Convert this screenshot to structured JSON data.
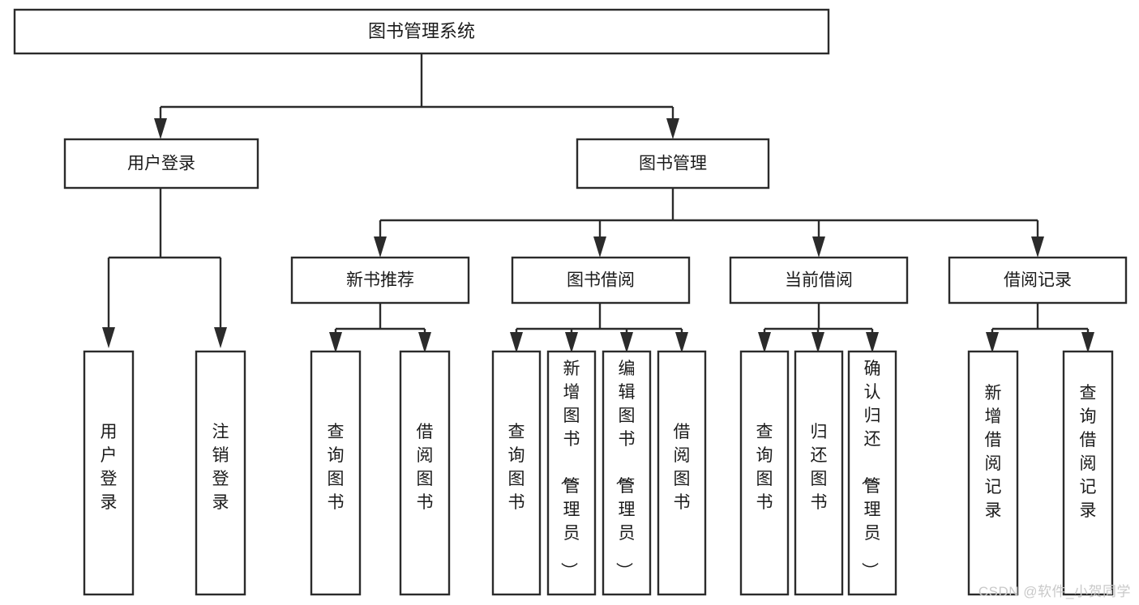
{
  "diagram": {
    "type": "tree-hierarchy",
    "title": "图书管理系统",
    "watermark": "CSDN @软件_小贺同学",
    "colors": {
      "box_fill": "#ffffff",
      "box_stroke": "#2b2b2b",
      "text": "#1b1b1b",
      "watermark": "#c9c9c9",
      "background": "#ffffff"
    },
    "levels": {
      "root": {
        "label": "图书管理系统"
      },
      "level2": [
        {
          "id": "user-login",
          "label": "用户登录"
        },
        {
          "id": "book-management",
          "label": "图书管理"
        }
      ],
      "level3": [
        {
          "id": "new-book-recommend",
          "label": "新书推荐"
        },
        {
          "id": "book-borrow",
          "label": "图书借阅"
        },
        {
          "id": "current-borrow",
          "label": "当前借阅"
        },
        {
          "id": "borrow-record",
          "label": "借阅记录"
        }
      ],
      "leaves": {
        "user-login": [
          {
            "id": "leaf-user-login",
            "label": "用户登录"
          },
          {
            "id": "leaf-logout",
            "label": "注销登录"
          }
        ],
        "new-book-recommend": [
          {
            "id": "leaf-query-book-1",
            "label": "查询图书"
          },
          {
            "id": "leaf-borrow-book-1",
            "label": "借阅图书"
          }
        ],
        "book-borrow": [
          {
            "id": "leaf-query-book-2",
            "label": "查询图书"
          },
          {
            "id": "leaf-add-book",
            "label": "新增图书（管理员）"
          },
          {
            "id": "leaf-edit-book",
            "label": "编辑图书（管理员）"
          },
          {
            "id": "leaf-borrow-book-2",
            "label": "借阅图书"
          }
        ],
        "current-borrow": [
          {
            "id": "leaf-query-book-3",
            "label": "查询图书"
          },
          {
            "id": "leaf-return-book",
            "label": "归还图书"
          },
          {
            "id": "leaf-confirm-return",
            "label": "确认归还（管理员）"
          }
        ],
        "borrow-record": [
          {
            "id": "leaf-add-record",
            "label": "新增借阅记录"
          },
          {
            "id": "leaf-query-record",
            "label": "查询借阅记录"
          }
        ]
      }
    }
  }
}
